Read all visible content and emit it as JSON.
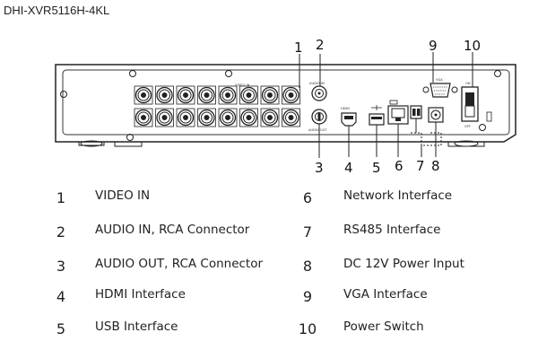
{
  "model": "DHI-XVR5116H-4KL",
  "panel": {
    "video_in_label": "VIDEO IN",
    "audio_in_label": "AUDIO IN",
    "audio_out_label": "AUDIO OUT",
    "hdmi_label": "HDMI",
    "vga_label": "VGA",
    "on_label": "ON",
    "off_label": "OFF"
  },
  "callouts": [
    "1",
    "2",
    "3",
    "4",
    "5",
    "6",
    "7",
    "8",
    "9",
    "10"
  ],
  "legend": [
    {
      "num": "1",
      "label": "VIDEO IN"
    },
    {
      "num": "2",
      "label": "AUDIO IN, RCA Connector"
    },
    {
      "num": "3",
      "label": "AUDIO OUT, RCA Connector"
    },
    {
      "num": "4",
      "label": "HDMI Interface"
    },
    {
      "num": "5",
      "label": "USB Interface"
    },
    {
      "num": "6",
      "label": "Network Interface"
    },
    {
      "num": "7",
      "label": "RS485 Interface"
    },
    {
      "num": "8",
      "label": "DC 12V Power Input"
    },
    {
      "num": "9",
      "label": "VGA Interface"
    },
    {
      "num": "10",
      "label": "Power Switch"
    }
  ]
}
